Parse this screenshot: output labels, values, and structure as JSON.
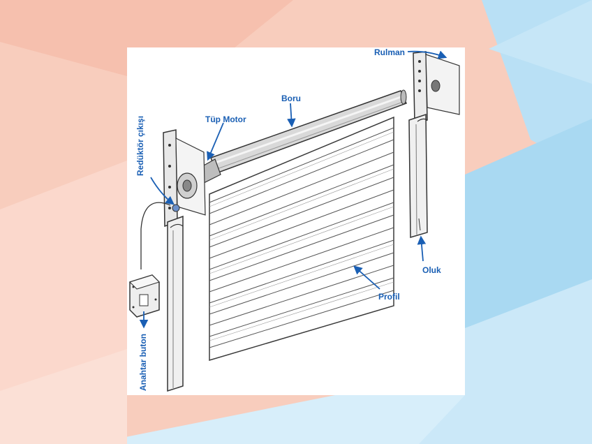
{
  "colors": {
    "label_blue": "#1a5fb4",
    "bg_salmon": "#f6c3b3",
    "bg_sky": "#b9e2f6",
    "line_dark": "#3a3a3a"
  },
  "labels": {
    "rulman": "Rulman",
    "boru": "Boru",
    "tup_motor": "Tüp Motor",
    "reduktor_cikisi": "Redüktör çıkışı",
    "oluk": "Oluk",
    "profil": "Profil",
    "anahtar_buton": "Anahtar buton"
  }
}
